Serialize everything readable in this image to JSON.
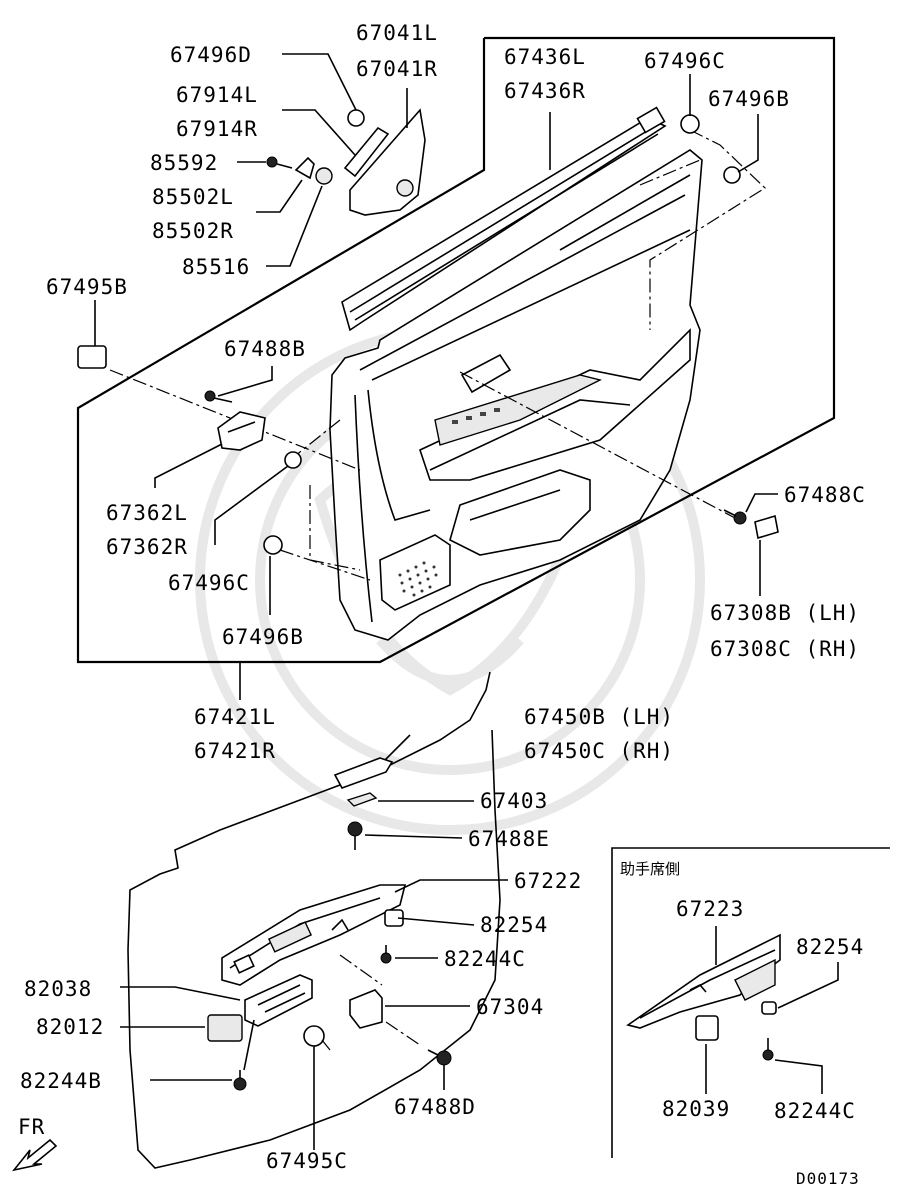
{
  "diagram": {
    "code": "D00173",
    "direction_label": "FR",
    "inset": {
      "title": "助手席側",
      "labels": {
        "p67223": "67223",
        "p82254": "82254",
        "p82039": "82039",
        "p82244C": "82244C"
      }
    },
    "labels": {
      "p67496D": "67496D",
      "p67041L": "67041L",
      "p67041R": "67041R",
      "p67914L": "67914L",
      "p67914R": "67914R",
      "p85592": "85592",
      "p85502L": "85502L",
      "p85502R": "85502R",
      "p85516": "85516",
      "p67436L": "67436L",
      "p67436R": "67436R",
      "p67496C_top": "67496C",
      "p67496B_top": "67496B",
      "p67495B": "67495B",
      "p67488B": "67488B",
      "p67362L": "67362L",
      "p67362R": "67362R",
      "p67496C_mid": "67496C",
      "p67496B_mid": "67496B",
      "p67488C": "67488C",
      "p67308B": "67308B (LH)",
      "p67308C": "67308C (RH)",
      "p67421L": "67421L",
      "p67421R": "67421R",
      "p67450B": "67450B (LH)",
      "p67450C": "67450C (RH)",
      "p67403": "67403",
      "p67488E": "67488E",
      "p67222": "67222",
      "p82254": "82254",
      "p82244C": "82244C",
      "p82038": "82038",
      "p67304": "67304",
      "p82012": "82012",
      "p82244B": "82244B",
      "p67488D": "67488D",
      "p67495C": "67495C"
    }
  }
}
